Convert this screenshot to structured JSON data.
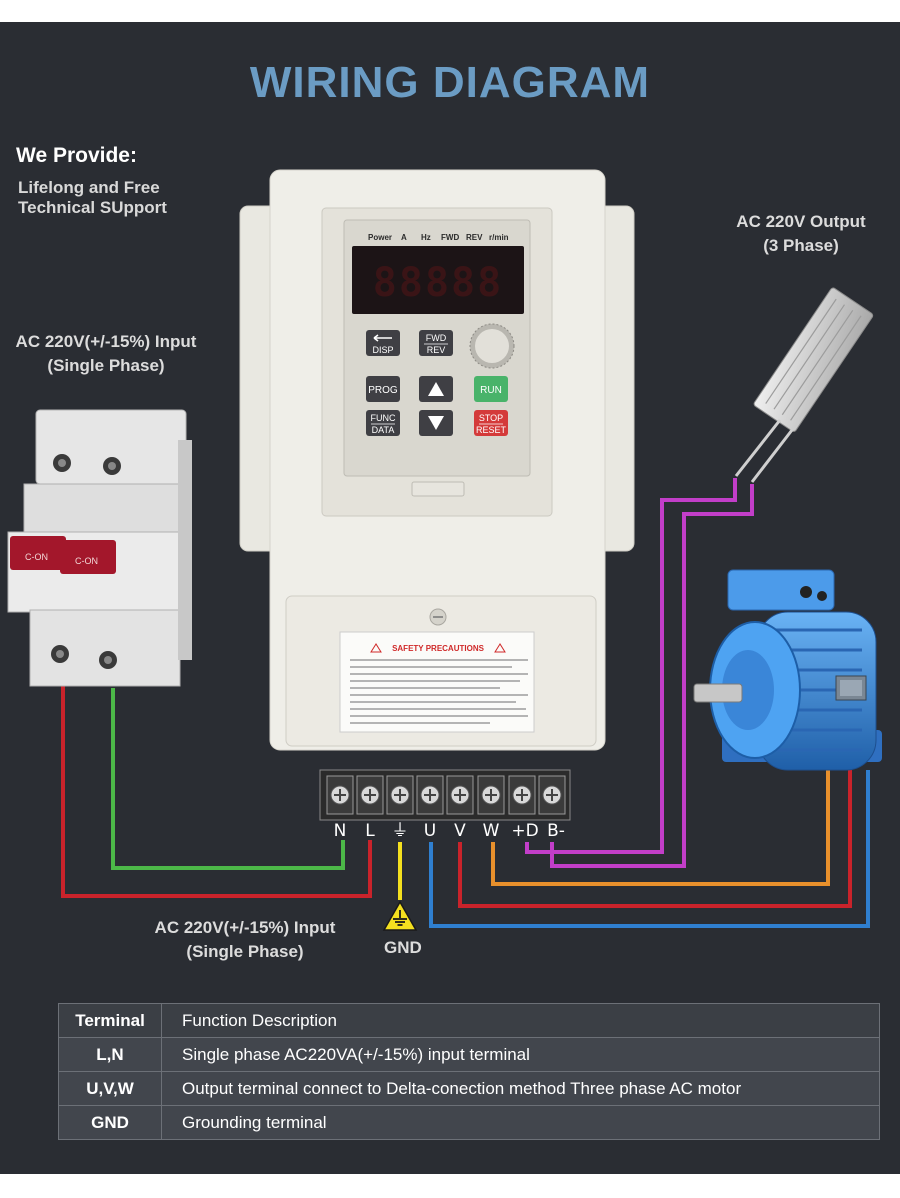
{
  "title": "WIRING DIAGRAM",
  "promo": {
    "heading": "We Provide:",
    "text": "Lifelong and Free\nTechnical SUpport"
  },
  "labels": {
    "input_top": "AC 220V(+/-15%) Input\n(Single Phase)",
    "output": "AC 220V Output\n(3 Phase)",
    "input_bottom": "AC 220V(+/-15%) Input\n(Single Phase)",
    "gnd": "GND"
  },
  "inverter": {
    "indicators": [
      "Power",
      "A",
      "Hz",
      "FWD",
      "REV",
      "r/min"
    ],
    "display": "88888",
    "buttons": {
      "disp": "DISP",
      "fwd": "FWD",
      "rev": "REV",
      "prog": "PROG",
      "run": "RUN",
      "func": "FUNC",
      "data": "DATA",
      "stop": "STOP",
      "reset": "RESET"
    },
    "safety_title": "SAFETY PRECAUTIONS"
  },
  "terminals": [
    "N",
    "L",
    "⏚",
    "U",
    "V",
    "W",
    "+D",
    "B-"
  ],
  "breaker_label": "C-ON",
  "colors": {
    "red": "#c9232b",
    "green": "#4cb848",
    "yellow": "#f4e01f",
    "blue": "#2f7fd0",
    "orange": "#e8902c",
    "purple": "#c23ec9",
    "motor": "#3f8fe0",
    "title": "#6b9cc4"
  },
  "table": {
    "headers": [
      "Terminal",
      "Function Description"
    ],
    "rows": [
      [
        "L,N",
        "Single phase AC220VA(+/-15%) input terminal"
      ],
      [
        "U,V,W",
        "Output terminal connect to Delta-conection method Three phase AC motor"
      ],
      [
        "GND",
        "Grounding terminal"
      ]
    ]
  }
}
